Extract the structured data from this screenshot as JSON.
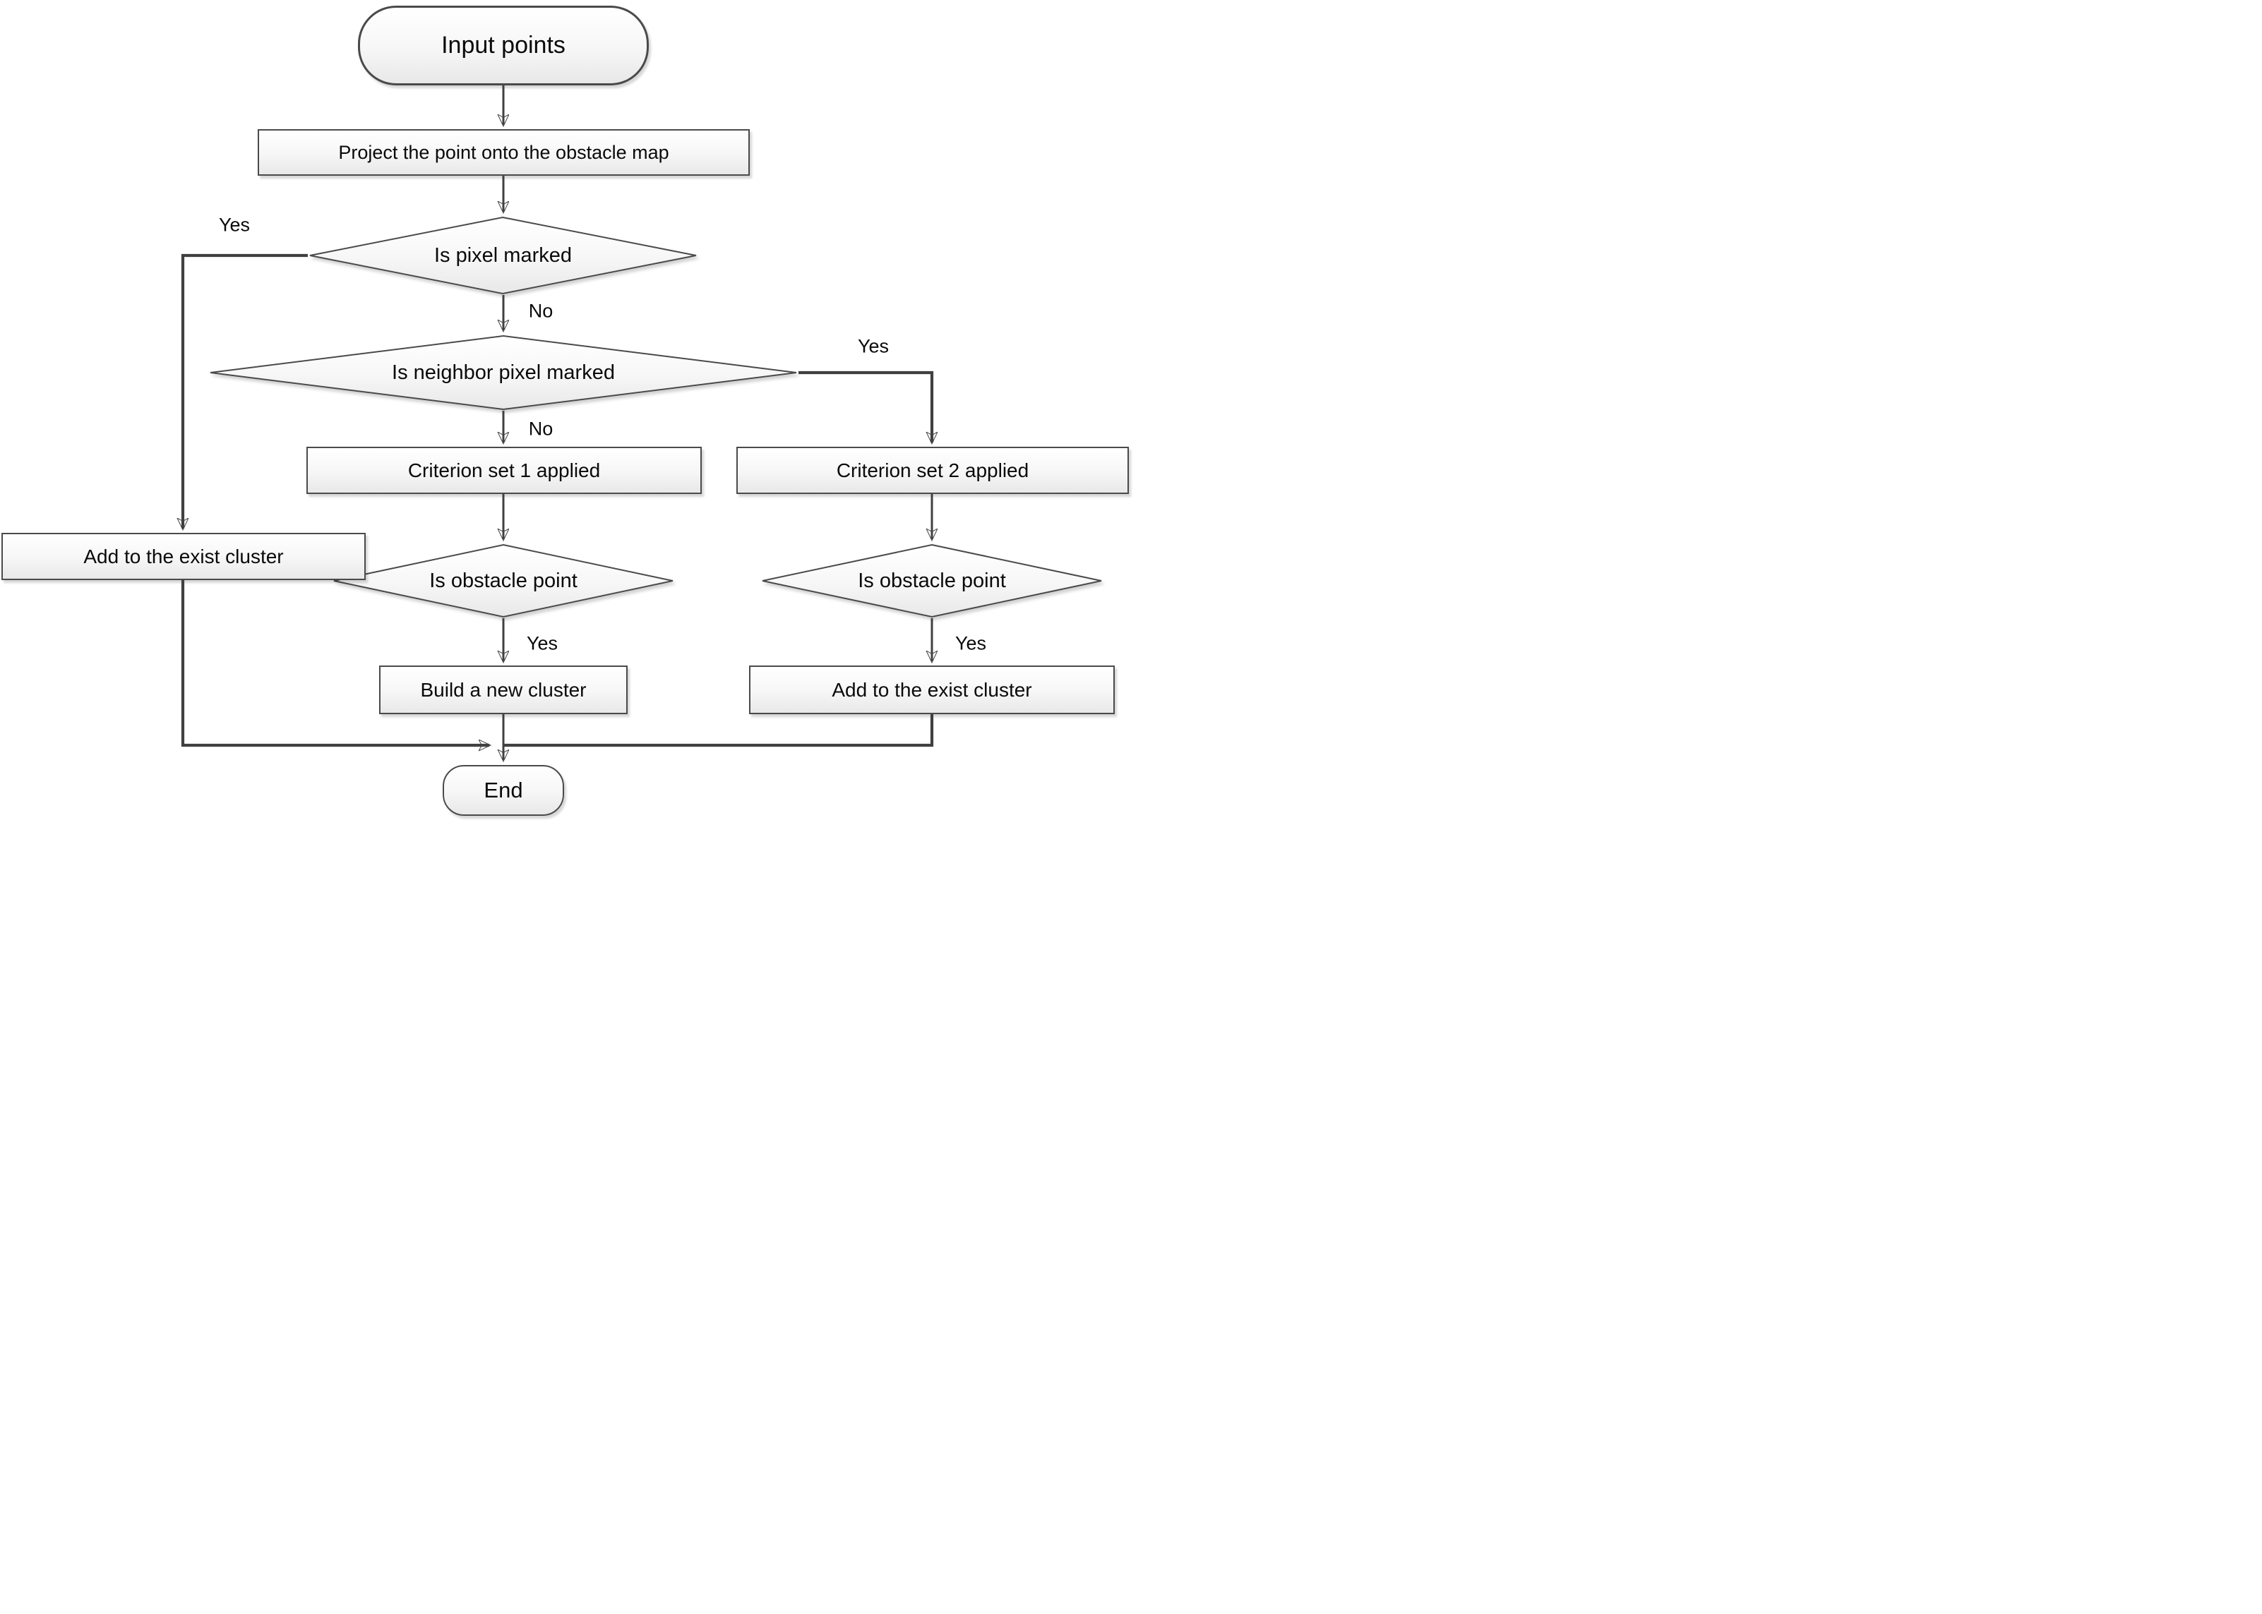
{
  "diagram_type": "flowchart",
  "nodes": {
    "input": {
      "label": "Input points",
      "shape": "terminator"
    },
    "project": {
      "label": "Project the point onto the obstacle map",
      "shape": "process"
    },
    "is_pixel_marked": {
      "label": "Is pixel marked",
      "shape": "decision"
    },
    "is_neighbor_pixel_marked": {
      "label": "Is neighbor pixel marked",
      "shape": "decision"
    },
    "criterion_set_1": {
      "label": "Criterion set 1 applied",
      "shape": "process"
    },
    "criterion_set_2": {
      "label": "Criterion set 2 applied",
      "shape": "process"
    },
    "add_exist_cluster_left": {
      "label": "Add to the exist cluster",
      "shape": "process"
    },
    "is_obstacle_point_left": {
      "label": "Is obstacle point",
      "shape": "decision"
    },
    "is_obstacle_point_right": {
      "label": "Is obstacle point",
      "shape": "decision"
    },
    "build_new_cluster": {
      "label": "Build a new cluster",
      "shape": "process"
    },
    "add_exist_cluster_right": {
      "label": "Add to the exist cluster",
      "shape": "process"
    },
    "end": {
      "label": "End",
      "shape": "terminator"
    }
  },
  "edge_labels": {
    "pixel_marked_yes": "Yes",
    "pixel_marked_no": "No",
    "neighbor_marked_yes": "Yes",
    "neighbor_marked_no": "No",
    "obstacle_left_yes": "Yes",
    "obstacle_right_yes": "Yes"
  },
  "colors": {
    "line": "#404040",
    "shape_border": "#4a4a4a",
    "shape_fill_top": "#ffffff",
    "shape_fill_bottom": "#e8e8e8",
    "text": "#0a0a0a",
    "background": "#ffffff"
  }
}
